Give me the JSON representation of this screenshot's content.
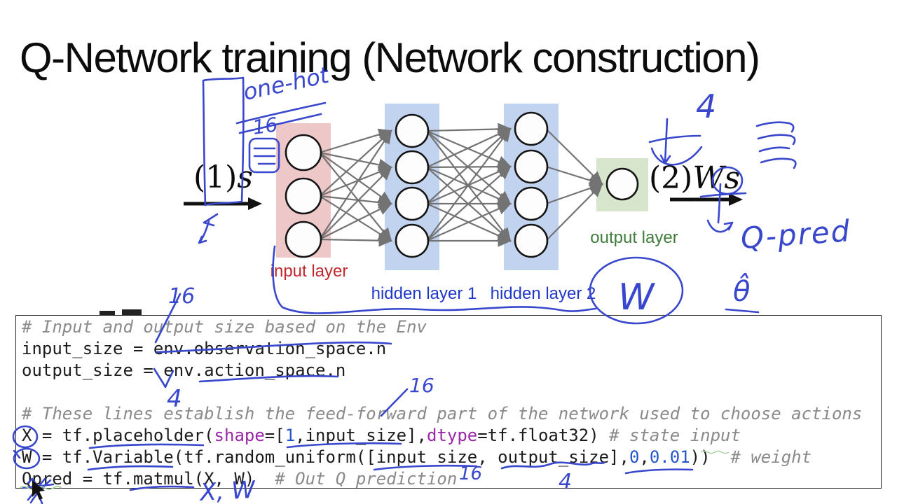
{
  "title": "Q-Network training (Network construction)",
  "colors": {
    "ink": "#3847cb",
    "bandInput": "#eec7c8",
    "bandHidden": "#c2d3f0",
    "bandOutput": "#d6e5cc",
    "labelInput": "#c1282e",
    "labelHidden": "#2038c8",
    "labelOutput": "#3f7d3b",
    "edge": "#737373",
    "codePlain": "#1b1b1b",
    "codeComment": "#8a8a8a",
    "codeKeyword": "#9a27a8",
    "codeNumber": "#2456c8",
    "squiggle": "#a9cfa2"
  },
  "diagram": {
    "node_counts": [
      3,
      4,
      4,
      1
    ],
    "layer_labels": {
      "input": "input layer",
      "hidden1": "hidden layer 1",
      "hidden2": "hidden layer 2",
      "output": "output layer"
    },
    "flow_in": {
      "num": "(1)",
      "var": "s"
    },
    "flow_out": {
      "num": "(2)",
      "var": "Ws"
    }
  },
  "annotations": {
    "one_hot": "one-hot",
    "sixteen_state": "16",
    "four_actions": "4",
    "q_pred": "Q-pred",
    "theta_hat": "θ̂",
    "w_circled": "W",
    "sixteen_above_code": "16",
    "four_action_space": "4",
    "sixteen_feedforward": "16",
    "four_output_size": "4",
    "sixteen_prediction": "16",
    "x_w_note": "X, W"
  },
  "code": {
    "lines": [
      {
        "segments": [
          {
            "t": "# Input and output size based on the Env",
            "c": "comment"
          }
        ]
      },
      {
        "segments": [
          {
            "t": "input_size = env.observation_space.n",
            "c": "plain"
          }
        ]
      },
      {
        "segments": [
          {
            "t": "output_size = env.action_space.n",
            "c": "plain"
          }
        ]
      },
      {
        "segments": []
      },
      {
        "segments": [
          {
            "t": "# These lines establish the feed-forward part of the network used to choose actions",
            "c": "comment"
          }
        ]
      },
      {
        "segments": [
          {
            "t": "X = tf.placeholder(",
            "c": "plain"
          },
          {
            "t": "shape",
            "c": "keyword"
          },
          {
            "t": "=[",
            "c": "plain"
          },
          {
            "t": "1",
            "c": "number"
          },
          {
            "t": ",input_size],",
            "c": "plain"
          },
          {
            "t": "dtype",
            "c": "keyword"
          },
          {
            "t": "=tf.float32) ",
            "c": "plain"
          },
          {
            "t": "# state input",
            "c": "comment"
          }
        ]
      },
      {
        "segments": [
          {
            "t": "W = tf.Variable(tf.random_uniform([input_size, output_size],",
            "c": "plain"
          },
          {
            "t": "0",
            "c": "number"
          },
          {
            "t": ",",
            "c": "plain"
          },
          {
            "t": "0.01",
            "c": "number"
          },
          {
            "t": "))  ",
            "c": "plain"
          },
          {
            "t": "# weight",
            "c": "comment"
          }
        ]
      },
      {
        "segments": [
          {
            "t": "Qpred = tf.matmul(X, W)  ",
            "c": "plain"
          },
          {
            "t": "# Out Q prediction",
            "c": "comment"
          }
        ]
      }
    ]
  }
}
